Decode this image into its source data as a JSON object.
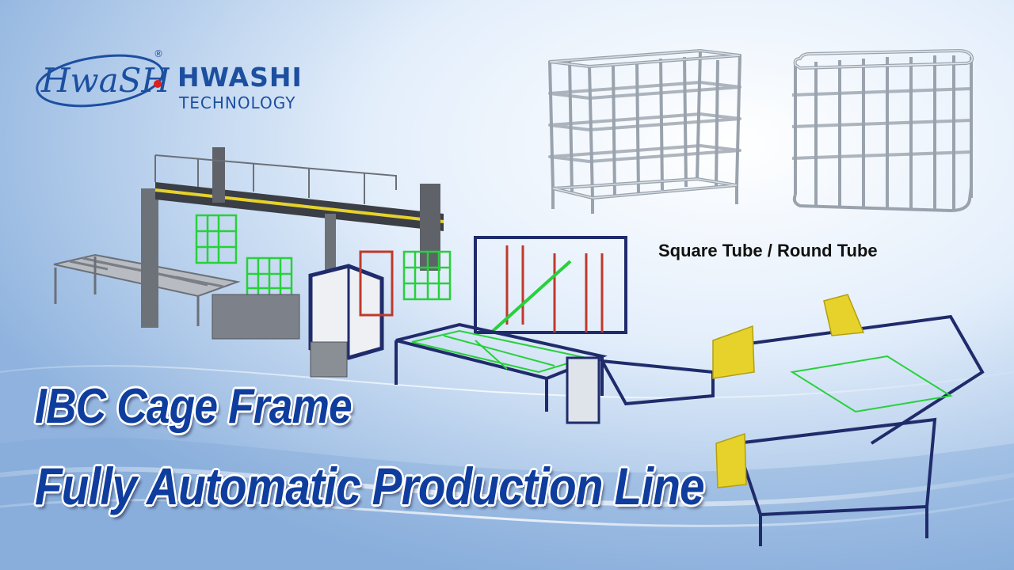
{
  "brand": {
    "name": "HWASHI",
    "subtitle": "TECHNOLOGY",
    "logo_script": "HwaSHi",
    "registered_mark": "®"
  },
  "products": {
    "caption": "Square Tube / Round Tube"
  },
  "headline": {
    "line1": "IBC Cage Frame",
    "line2": "Fully Automatic Production Line"
  },
  "colors": {
    "brand_blue": "#1c4fa0",
    "headline_blue": "#0e3d9e",
    "frame_navy": "#1f2b6b",
    "cage_green": "#27d13a",
    "accent_yellow": "#e6d22a"
  }
}
